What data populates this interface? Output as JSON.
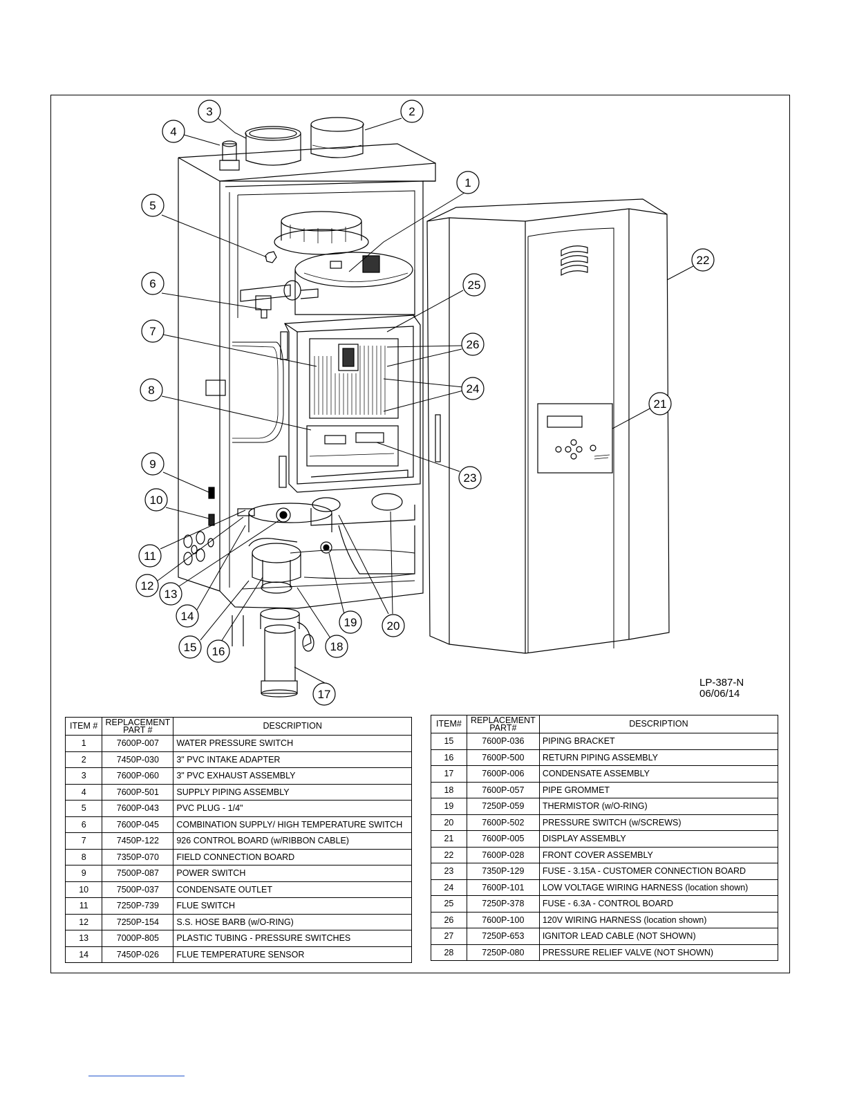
{
  "drawing": {
    "code": "LP-387-N",
    "date": "06/06/14",
    "callouts": [
      "1",
      "2",
      "3",
      "4",
      "5",
      "6",
      "7",
      "8",
      "9",
      "10",
      "11",
      "12",
      "13",
      "14",
      "15",
      "16",
      "17",
      "18",
      "19",
      "20",
      "21",
      "22",
      "23",
      "24",
      "25",
      "26"
    ]
  },
  "table_headers": {
    "item": "ITEM #",
    "item_right": "ITEM#",
    "part_line1": "REPLACEMENT",
    "part_line2": "PART #",
    "part_line2_right": "PART#",
    "description": "DESCRIPTION"
  },
  "parts_left": [
    {
      "item": "1",
      "part": "7600P-007",
      "desc": "WATER PRESSURE SWITCH"
    },
    {
      "item": "2",
      "part": "7450P-030",
      "desc": "3\" PVC INTAKE ADAPTER"
    },
    {
      "item": "3",
      "part": "7600P-060",
      "desc": "3\" PVC EXHAUST ASSEMBLY"
    },
    {
      "item": "4",
      "part": "7600P-501",
      "desc": "SUPPLY PIPING ASSEMBLY"
    },
    {
      "item": "5",
      "part": "7600P-043",
      "desc": "PVC PLUG - 1/4\""
    },
    {
      "item": "6",
      "part": "7600P-045",
      "desc": "COMBINATION SUPPLY/ HIGH TEMPERATURE SWITCH"
    },
    {
      "item": "7",
      "part": "7450P-122",
      "desc": "926 CONTROL BOARD (w/RIBBON CABLE)"
    },
    {
      "item": "8",
      "part": "7350P-070",
      "desc": "FIELD CONNECTION BOARD"
    },
    {
      "item": "9",
      "part": "7500P-087",
      "desc": "POWER SWITCH"
    },
    {
      "item": "10",
      "part": "7500P-037",
      "desc": "CONDENSATE OUTLET"
    },
    {
      "item": "11",
      "part": "7250P-739",
      "desc": "FLUE SWITCH"
    },
    {
      "item": "12",
      "part": "7250P-154",
      "desc": "S.S. HOSE BARB (w/O-RING)"
    },
    {
      "item": "13",
      "part": "7000P-805",
      "desc": "PLASTIC TUBING  - PRESSURE SWITCHES"
    },
    {
      "item": "14",
      "part": "7450P-026",
      "desc": "FLUE TEMPERATURE SENSOR"
    }
  ],
  "parts_right": [
    {
      "item": "15",
      "part": "7600P-036",
      "desc": "PIPING BRACKET"
    },
    {
      "item": "16",
      "part": "7600P-500",
      "desc": "RETURN PIPING ASSEMBLY"
    },
    {
      "item": "17",
      "part": "7600P-006",
      "desc": "CONDENSATE ASSEMBLY"
    },
    {
      "item": "18",
      "part": "7600P-057",
      "desc": "PIPE GROMMET"
    },
    {
      "item": "19",
      "part": "7250P-059",
      "desc": "THERMISTOR (w/O-RING)"
    },
    {
      "item": "20",
      "part": "7600P-502",
      "desc": "PRESSURE SWITCH (w/SCREWS)"
    },
    {
      "item": "21",
      "part": "7600P-005",
      "desc": "DISPLAY ASSEMBLY"
    },
    {
      "item": "22",
      "part": "7600P-028",
      "desc": "FRONT COVER ASSEMBLY"
    },
    {
      "item": "23",
      "part": "7350P-129",
      "desc": "FUSE - 3.15A - CUSTOMER CONNECTION BOARD"
    },
    {
      "item": "24",
      "part": "7600P-101",
      "desc": "LOW VOLTAGE WIRING HARNESS (location shown)"
    },
    {
      "item": "25",
      "part": "7250P-378",
      "desc": "FUSE - 6.3A - CONTROL BOARD"
    },
    {
      "item": "26",
      "part": "7600P-100",
      "desc": "120V WIRING HARNESS (location shown)"
    },
    {
      "item": "27",
      "part": "7250P-653",
      "desc": "IGNITOR LEAD CABLE (NOT SHOWN)"
    },
    {
      "item": "28",
      "part": "7250P-080",
      "desc": "PRESSURE RELIEF VALVE (NOT SHOWN)"
    }
  ]
}
